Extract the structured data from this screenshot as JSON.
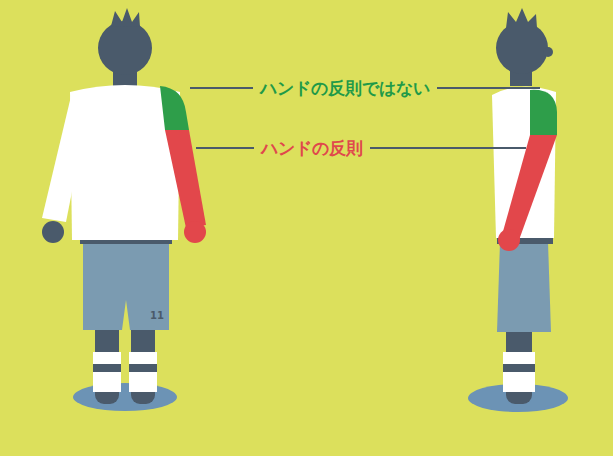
{
  "diagram": {
    "labels": [
      "ハンドの反則ではない",
      "ハンドの反則",
      "11"
    ]
  }
}
